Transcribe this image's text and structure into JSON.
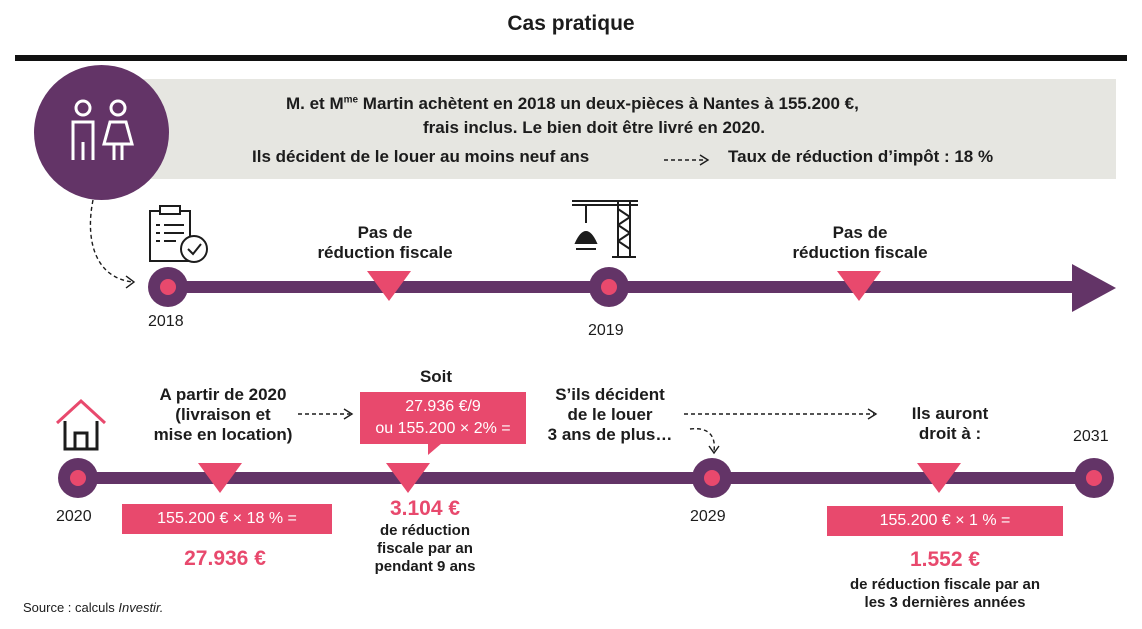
{
  "title": "Cas pratique",
  "banner": {
    "line1": "M. et Mme Martin achètent en 2018 un deux-pièces à Nantes à 155.200 €,",
    "line2": "frais inclus. Le bien doit être livré en 2020.",
    "line3_left": "Ils décident de le louer au moins neuf ans",
    "line3_right": "Taux de réduction d’impôt : 18 %"
  },
  "timeline1": {
    "year_start": "2018",
    "year_mid": "2019",
    "label1": [
      "Pas de",
      "réduction fiscale"
    ],
    "label2": [
      "Pas de",
      "réduction fiscale"
    ]
  },
  "timeline2": {
    "year_start": "2020",
    "year_mid": "2029",
    "year_end": "2031",
    "from2020": [
      "A partir de 2020",
      "(livraison et",
      "mise en location)"
    ],
    "soit": "Soit",
    "calc_box": [
      "27.936 €/9",
      "ou 155.200 × 2% ="
    ],
    "box1": "155.200 € × 18 % =",
    "value1": "27.936 €",
    "value2": "3.104 €",
    "value2_desc": [
      "de réduction",
      "fiscale par an",
      "pendant 9 ans"
    ],
    "decide": [
      "S’ils décident",
      "de le louer",
      "3 ans de plus…"
    ],
    "auront": [
      "Ils auront",
      "droit à :"
    ],
    "box3": "155.200 € × 1 % =",
    "value3": "1.552 €",
    "value3_desc": [
      "de réduction fiscale par an",
      "les 3 dernières années"
    ]
  },
  "source": {
    "prefix": "Source : calculs ",
    "name": "Investir."
  },
  "colors": {
    "purple": "#633467",
    "pink": "#e8496d",
    "banner_bg": "#e6e6e1",
    "text": "#1c1c1c"
  },
  "icons": [
    "couple-icon",
    "checklist-icon",
    "crane-icon",
    "house-icon",
    "dashed-arrow-icon"
  ]
}
